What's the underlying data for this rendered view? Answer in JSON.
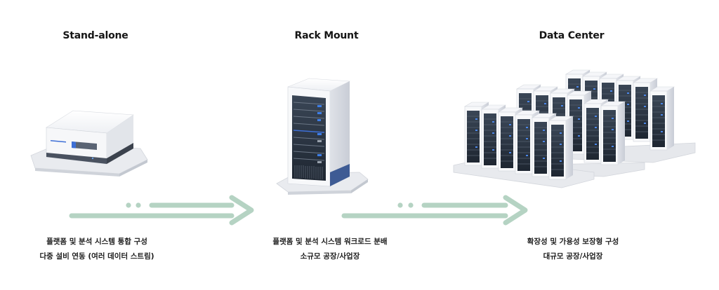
{
  "stages": [
    {
      "id": "standalone",
      "title": "Stand-alone",
      "icon": "mini-server-icon",
      "desc_lines": [
        "플랫폼 및 분석 시스템 통합 구성",
        "다중 설비 연동 (여러 데이터 스트림)"
      ]
    },
    {
      "id": "rackmount",
      "title": "Rack Mount",
      "icon": "rack-server-icon",
      "desc_lines": [
        "플랫폼 및 분석 시스템 워크로드 분배",
        "소규모 공장/사업장"
      ]
    },
    {
      "id": "datacenter",
      "title": "Data Center",
      "icon": "data-center-icon",
      "desc_lines": [
        "확장성 및 가용성 보장형 구성",
        "대규모 공장/사업장"
      ]
    }
  ],
  "arrows": [
    {
      "from": "standalone",
      "to": "rackmount",
      "icon": "arrow-right-icon"
    },
    {
      "from": "rackmount",
      "to": "datacenter",
      "icon": "arrow-right-icon"
    }
  ],
  "colors": {
    "arrow": "#b5d3c3",
    "accent_blue": "#3d6fd6",
    "panel_dark": "#2c3746",
    "body_light": "#f4f5f8",
    "base": "#e6e8ec"
  }
}
